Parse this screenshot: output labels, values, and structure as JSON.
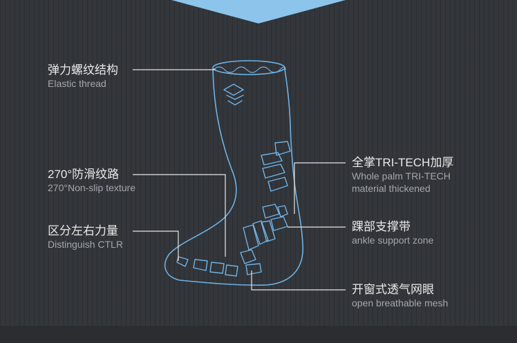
{
  "colors": {
    "background": "#33363a",
    "outline": "#6fb3e8",
    "banner": "#8cc4ec",
    "text_primary": "#e9e9e9",
    "text_secondary": "#a4a7ab"
  },
  "callouts": {
    "elastic": {
      "zh": "弹力螺纹结构",
      "en": "Elastic thread"
    },
    "nonslip": {
      "zh": "270°防滑纹路",
      "en": "270°Non-slip texture"
    },
    "ctlr": {
      "zh": "区分左右力量",
      "en": "Distinguish CTLR"
    },
    "palm": {
      "zh": "全掌TRI-TECH加厚",
      "en1": "Whole palm TRI-TECH",
      "en2": "material thickened"
    },
    "ankle": {
      "zh": "踝部支撑带",
      "en": "ankle support zone"
    },
    "mesh": {
      "zh": "开窗式透气网眼",
      "en": "open breathable mesh"
    }
  },
  "icons": {
    "brand": "brand-logo-icon"
  }
}
